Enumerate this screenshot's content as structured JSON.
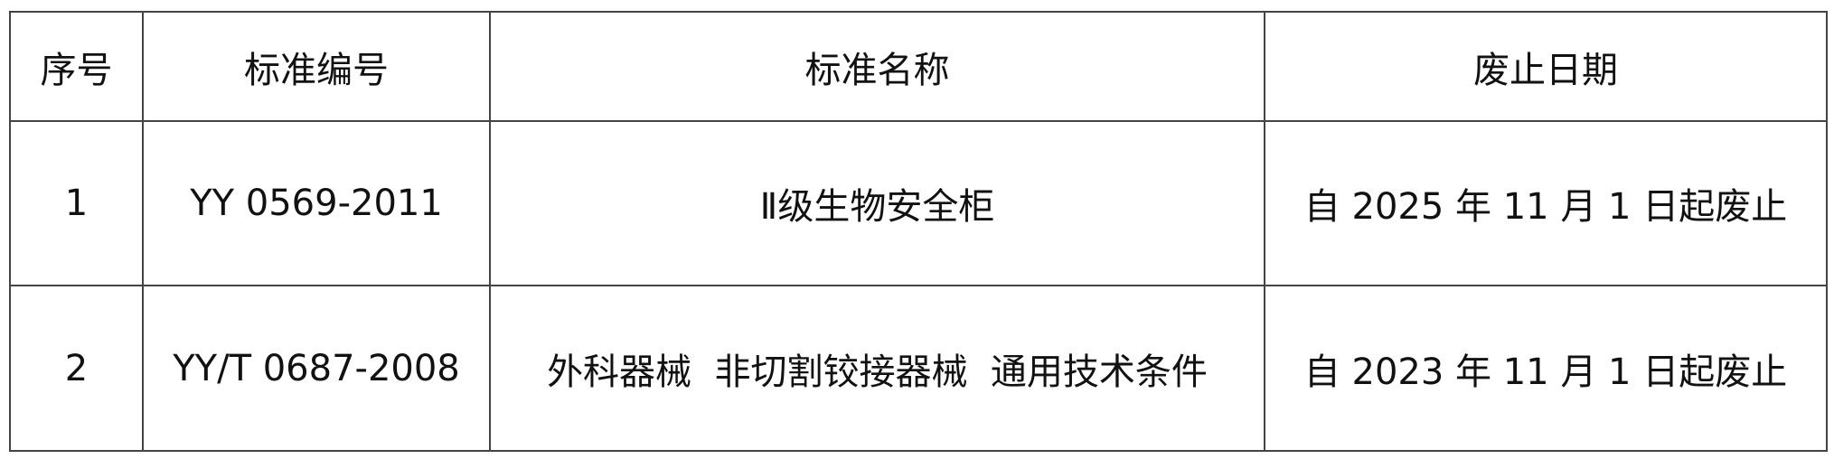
{
  "table": {
    "headers": [
      "序号",
      "标准编号",
      "标准名称",
      "废止日期"
    ],
    "rows": [
      {
        "index": "1",
        "code": "YY 0569-2011",
        "name": "Ⅱ级生物安全柜",
        "date": "自 2025 年 11 月 1 日起废止"
      },
      {
        "index": "2",
        "code": "YY/T 0687-2008",
        "name": "外科器械  非切割铰接器械  通用技术条件",
        "date": "自 2023 年 11 月 1 日起废止"
      }
    ]
  }
}
